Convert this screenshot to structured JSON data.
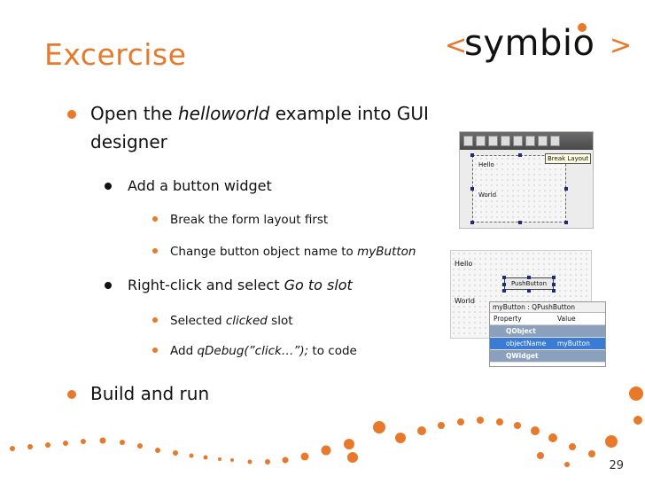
{
  "slide": {
    "title": "Excercise",
    "number": "29",
    "accent_color": "#e8792a"
  },
  "logo": {
    "left_bracket": "<",
    "word": "symbio",
    "right_bracket": ">"
  },
  "bullets": {
    "open_prefix": "Open the ",
    "open_italic": "helloworld",
    "open_suffix": " example into GUI",
    "open_line2": "designer",
    "add_button": "Add a button widget",
    "break_layout": "Break the form layout first",
    "change_name_prefix": "Change button object name to ",
    "change_name_italic": "myButton",
    "right_click_prefix": "Right-click and select ",
    "right_click_italic": "Go to slot",
    "selected_prefix": "Selected ",
    "selected_italic": "clicked",
    "selected_suffix": " slot",
    "add_debug_prefix": "Add ",
    "add_debug_italic": "qDebug(”click…”);",
    "add_debug_suffix": " to code",
    "build_run": "Build and run"
  },
  "screenshot1": {
    "hello_label": "Hello",
    "world_label": "World",
    "tooltip": "Break Layout"
  },
  "screenshot2": {
    "hello_label": "Hello",
    "world_label": "World",
    "button_label": "PushButton",
    "props_title": "myButton : QPushButton",
    "col_property": "Property",
    "col_value": "Value",
    "rows": [
      {
        "property": "QObject",
        "value": "",
        "kind": "section"
      },
      {
        "property": "objectName",
        "value": "myButton",
        "kind": "selected"
      },
      {
        "property": "QWidget",
        "value": "",
        "kind": "section"
      }
    ]
  }
}
